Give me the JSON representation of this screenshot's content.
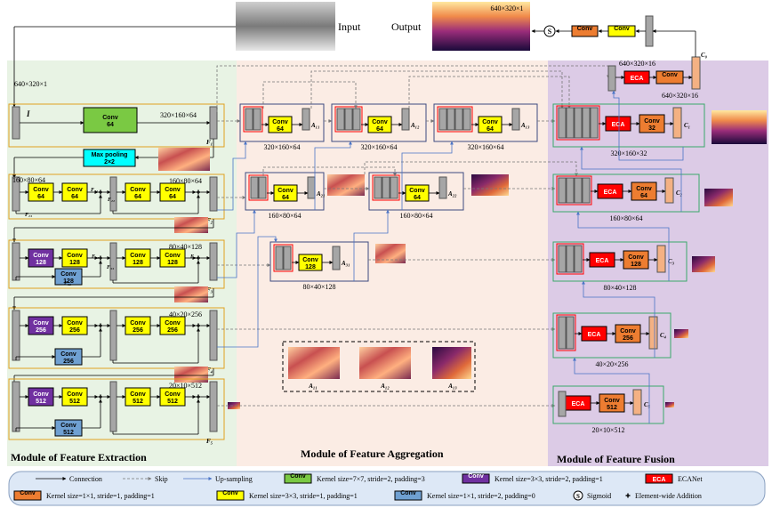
{
  "header": {
    "input_label": "Input",
    "output_label": "Output",
    "output_size": "640×320×1"
  },
  "sizes": {
    "in": "640×320×1",
    "f1": "320×160×64",
    "f2": "160×80×64",
    "f3": "80×40×128",
    "f4": "40×20×256",
    "f5": "20×10×512",
    "c0": "640×320×16",
    "c0b": "640×320×16",
    "c1": "320×160×32",
    "c2": "160×80×64",
    "c3": "80×40×128",
    "c4": "40×20×256",
    "c5": "20×10×512",
    "a11": "320×160×64",
    "a12": "320×160×64",
    "a13": "320×160×64",
    "a21": "160×80×64",
    "a22": "160×80×64",
    "a31": "80×40×128"
  },
  "labels": {
    "I": "I",
    "F1": "F₁",
    "F2": "F₂",
    "F3": "F₃",
    "F4": "F₄",
    "F5": "F₅",
    "F21": "F₂₁",
    "F22": "F₂₂",
    "F23": "F₂₃",
    "F31": "F₃₁",
    "F32": "F₃₂",
    "F33": "F₃₃",
    "F34": "F₃₄",
    "A11": "A₁₁",
    "A12": "A₁₂",
    "A13": "A₁₃",
    "A21": "A₂₁",
    "A22": "A₂₂",
    "A31": "A₃₁",
    "C0": "C₀",
    "C1": "C₁",
    "C2": "C₂",
    "C3": "C₃",
    "C4": "C₄",
    "C5": "C₅"
  },
  "blocks": {
    "conv": "Conv",
    "conv64": "64",
    "conv128": "128",
    "conv256": "256",
    "conv512": "512",
    "conv32": "32",
    "eca": "ECA",
    "maxpool": "Max pooling",
    "maxpool_size": "2×2",
    "sigmoid": "S"
  },
  "modules": {
    "extraction": "Module of Feature Extraction",
    "aggregation": "Module of Feature Aggregation",
    "fusion": "Module of Feature Fusion"
  },
  "legend": {
    "connection": "Connection",
    "skip": "Skip",
    "upsampling": "Up-sampling",
    "k7": "Kernel size=7×7, stride=2, padding=3",
    "k3s2": "Kernel size=3×3, stride=2, padding=1",
    "ecanet": "ECANet",
    "k1s1": "Kernel size=1×1, stride=1, padding=1",
    "k3s1": "Kernel size=3×3, stride=1, padding=1",
    "k1s2": "Kernel size=1×1, stride=2, padding=0",
    "sigmoid": "Sigmoid",
    "addition": "Element-wide Addition"
  },
  "colors": {
    "bg_extraction": "#e8f3e4",
    "bg_aggregation": "#fbece4",
    "bg_fusion": "#dccbe6",
    "conv_green": "#7ac943",
    "conv_yellow": "#ffff00",
    "conv_purple": "#7030a0",
    "conv_blue": "#6fa0d2",
    "conv_orange": "#ed7d31",
    "eca_red": "#ff0000",
    "maxpool_cyan": "#00ffff",
    "box_orange": "#e0a020",
    "box_green": "#3aa86b",
    "box_navy": "#3c4a80",
    "upsample_blue": "#4a74c6",
    "feature_gray": "#a6a6a6",
    "feature_peach": "#f4b183",
    "legend_bg": "#dde8f6"
  }
}
